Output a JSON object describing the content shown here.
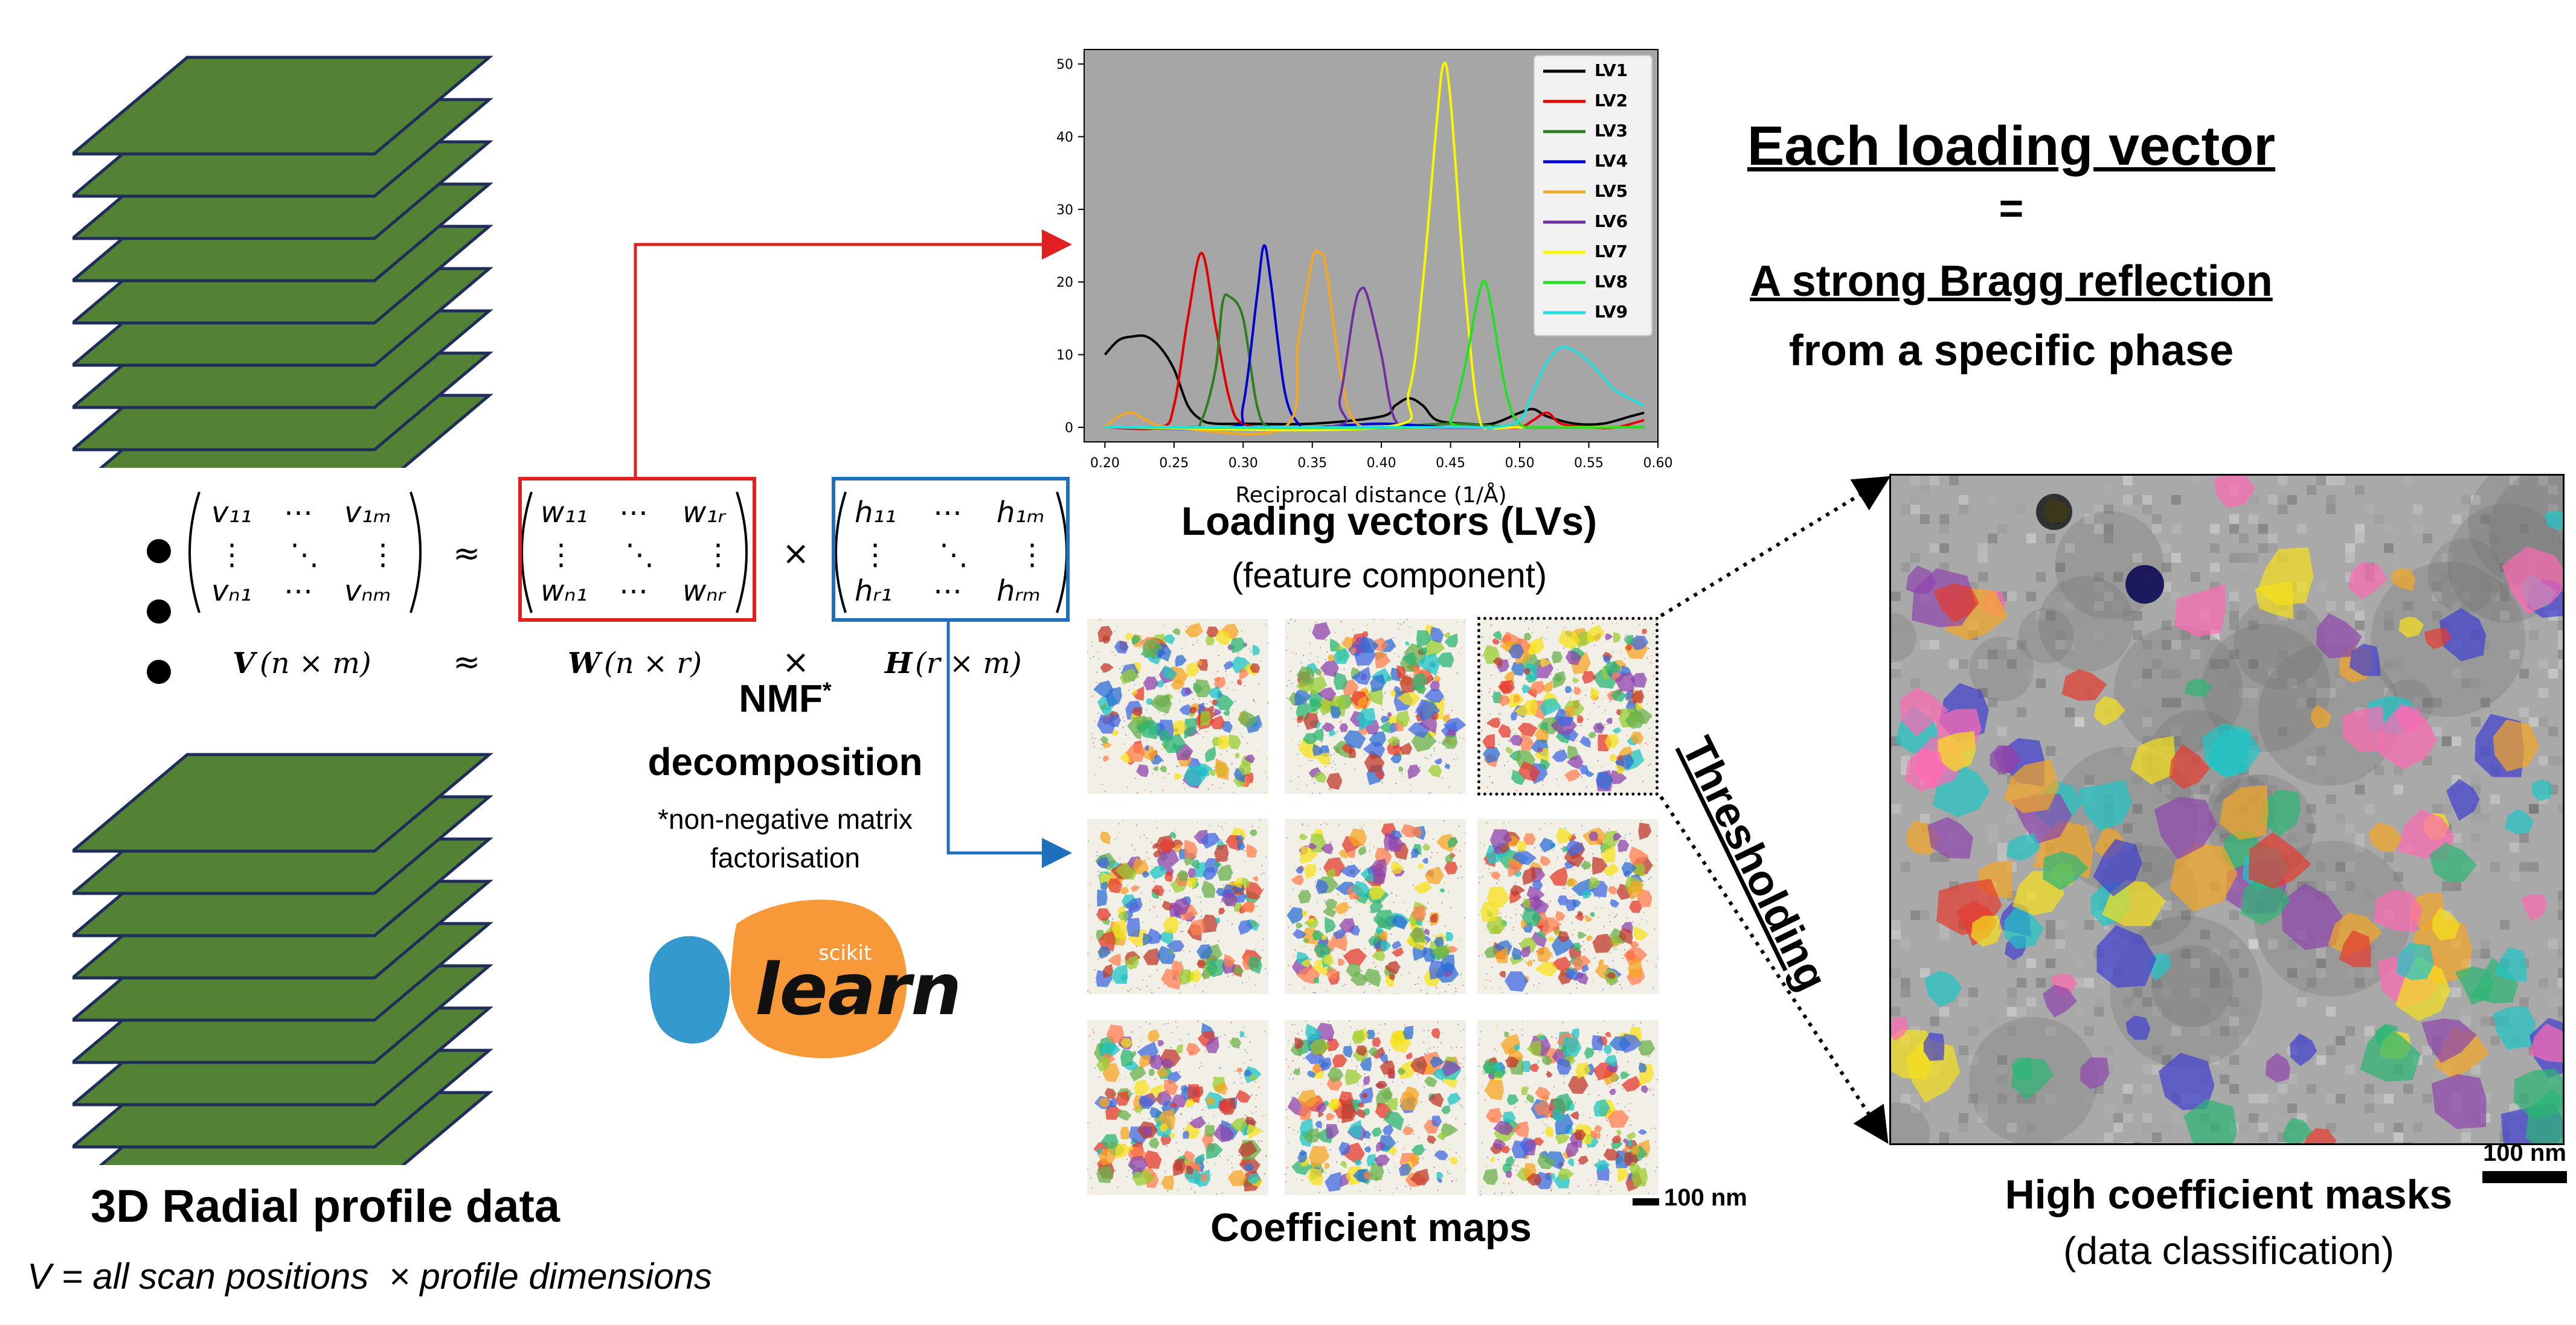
{
  "titles": {
    "left_title": "3D Radial profile data",
    "left_subtitle": "V = all scan positions  × profile dimensions",
    "nmf_line1": "NMF",
    "nmf_sup": "*",
    "nmf_line2": "decomposition",
    "nmf_note": "*non-negative matrix factorisation",
    "sklearn_small": "scikit",
    "sklearn_big": "learn",
    "lv_title": "Loading vectors (LVs)",
    "lv_subtitle": "(feature component)",
    "coef_title": "Coefficient maps",
    "coef_scale": "100 nm",
    "each_lv": "Each loading vector",
    "equals": "=",
    "bragg": "A strong Bragg reflection",
    "phase": "from a specific phase",
    "thresholding": "Thresholding",
    "masks_title": "High coefficient masks",
    "masks_subtitle": "(data classification)",
    "masks_scale": "100 nm"
  },
  "equation": {
    "approx": "≈",
    "times": "×",
    "V_label": "V",
    "V_dims": "(n × m)",
    "W_label": "W",
    "W_dims": "(n × r)",
    "H_label": "H",
    "H_dims": "(r × m)",
    "dots_h": "⋯",
    "dots_v": "⋮",
    "dots_d": "⋱",
    "v11": "v₁₁",
    "v1m": "v₁ₘ",
    "vn1": "vₙ₁",
    "vnm": "vₙₘ",
    "w11": "w₁₁",
    "w1r": "w₁ᵣ",
    "wn1": "wₙ₁",
    "wnr": "wₙᵣ",
    "h11": "h₁₁",
    "h1m": "h₁ₘ",
    "hr1": "hᵣ₁",
    "hrm": "hᵣₘ"
  },
  "colors": {
    "stack_fill": "#548235",
    "stack_edge": "#1f2d5a",
    "W_box": "#e02020",
    "H_box": "#1f6fbf",
    "plot_bg": "#a6a6a6",
    "sklearn_blue": "#3499cd",
    "sklearn_orange": "#f89939"
  },
  "chart_data": {
    "type": "line",
    "xlabel": "Reciprocal distance (1/Å)",
    "ylabel": "",
    "xlim": [
      0.185,
      0.6
    ],
    "ylim": [
      -2,
      52
    ],
    "xticks": [
      "0.20",
      "0.25",
      "0.30",
      "0.35",
      "0.40",
      "0.45",
      "0.50",
      "0.55",
      "0.60"
    ],
    "yticks": [
      "0",
      "10",
      "20",
      "30",
      "40",
      "50"
    ],
    "legend_position": "top-right",
    "grid": false,
    "series": [
      {
        "name": "LV1",
        "color": "#000000",
        "x": [
          0.2,
          0.21,
          0.22,
          0.23,
          0.24,
          0.25,
          0.26,
          0.27,
          0.28,
          0.3,
          0.35,
          0.4,
          0.41,
          0.42,
          0.43,
          0.44,
          0.46,
          0.48,
          0.5,
          0.51,
          0.52,
          0.54,
          0.56,
          0.58,
          0.59
        ],
        "y": [
          10,
          12,
          12.5,
          12.5,
          11,
          8,
          3,
          1,
          0.5,
          0.5,
          0.5,
          1.5,
          3,
          4,
          3,
          1,
          0.5,
          0.5,
          2,
          2.5,
          1.5,
          0.5,
          0.5,
          1.5,
          2
        ]
      },
      {
        "name": "LV2",
        "color": "#e00000",
        "x": [
          0.2,
          0.24,
          0.25,
          0.26,
          0.27,
          0.28,
          0.29,
          0.3,
          0.33,
          0.4,
          0.48,
          0.5,
          0.51,
          0.52,
          0.53,
          0.55,
          0.57,
          0.59
        ],
        "y": [
          0,
          0,
          3,
          15,
          24,
          14,
          4,
          0.5,
          0,
          0,
          0,
          0,
          1,
          2,
          0.5,
          0,
          0,
          1
        ]
      },
      {
        "name": "LV3",
        "color": "#2e7d1f",
        "x": [
          0.2,
          0.26,
          0.27,
          0.28,
          0.285,
          0.29,
          0.3,
          0.31,
          0.32,
          0.35,
          0.4,
          0.45,
          0.5,
          0.55,
          0.59
        ],
        "y": [
          0,
          0,
          1,
          8,
          17,
          18,
          15,
          3,
          0,
          0,
          0,
          0.5,
          0,
          0,
          0
        ]
      },
      {
        "name": "LV4",
        "color": "#0000d0",
        "x": [
          0.2,
          0.29,
          0.3,
          0.31,
          0.315,
          0.32,
          0.33,
          0.34,
          0.35,
          0.4,
          0.45,
          0.5,
          0.55,
          0.59
        ],
        "y": [
          0,
          0,
          3,
          18,
          25,
          20,
          5,
          0.5,
          0,
          0.5,
          0,
          0,
          0,
          0
        ]
      },
      {
        "name": "LV5",
        "color": "#f5a623",
        "x": [
          0.2,
          0.21,
          0.22,
          0.23,
          0.25,
          0.33,
          0.34,
          0.35,
          0.355,
          0.36,
          0.37,
          0.38,
          0.4,
          0.45,
          0.5,
          0.59
        ],
        "y": [
          0,
          1.5,
          2,
          1,
          0,
          0,
          12,
          23,
          24,
          22,
          8,
          1,
          0,
          0,
          0,
          0
        ]
      },
      {
        "name": "LV6",
        "color": "#7030a0",
        "x": [
          0.2,
          0.36,
          0.37,
          0.38,
          0.385,
          0.39,
          0.4,
          0.41,
          0.43,
          0.5,
          0.59
        ],
        "y": [
          0,
          0,
          4,
          16,
          19,
          18,
          10,
          1,
          0,
          0,
          0
        ]
      },
      {
        "name": "LV7",
        "color": "#f7f700",
        "x": [
          0.2,
          0.4,
          0.42,
          0.43,
          0.44,
          0.445,
          0.45,
          0.46,
          0.47,
          0.48,
          0.5,
          0.59
        ],
        "y": [
          0,
          0,
          5,
          20,
          42,
          50,
          45,
          20,
          2,
          0,
          0,
          0
        ]
      },
      {
        "name": "LV8",
        "color": "#22e022",
        "x": [
          0.2,
          0.44,
          0.45,
          0.46,
          0.47,
          0.475,
          0.48,
          0.49,
          0.5,
          0.52,
          0.59
        ],
        "y": [
          0,
          0,
          1,
          8,
          18,
          20,
          16,
          5,
          0.5,
          0,
          0
        ]
      },
      {
        "name": "LV9",
        "color": "#22e0e0",
        "x": [
          0.2,
          0.45,
          0.48,
          0.5,
          0.51,
          0.52,
          0.53,
          0.54,
          0.55,
          0.56,
          0.57,
          0.59
        ],
        "y": [
          0,
          0,
          0,
          1,
          5,
          9,
          11,
          10.5,
          9,
          7,
          5,
          3
        ]
      }
    ]
  }
}
